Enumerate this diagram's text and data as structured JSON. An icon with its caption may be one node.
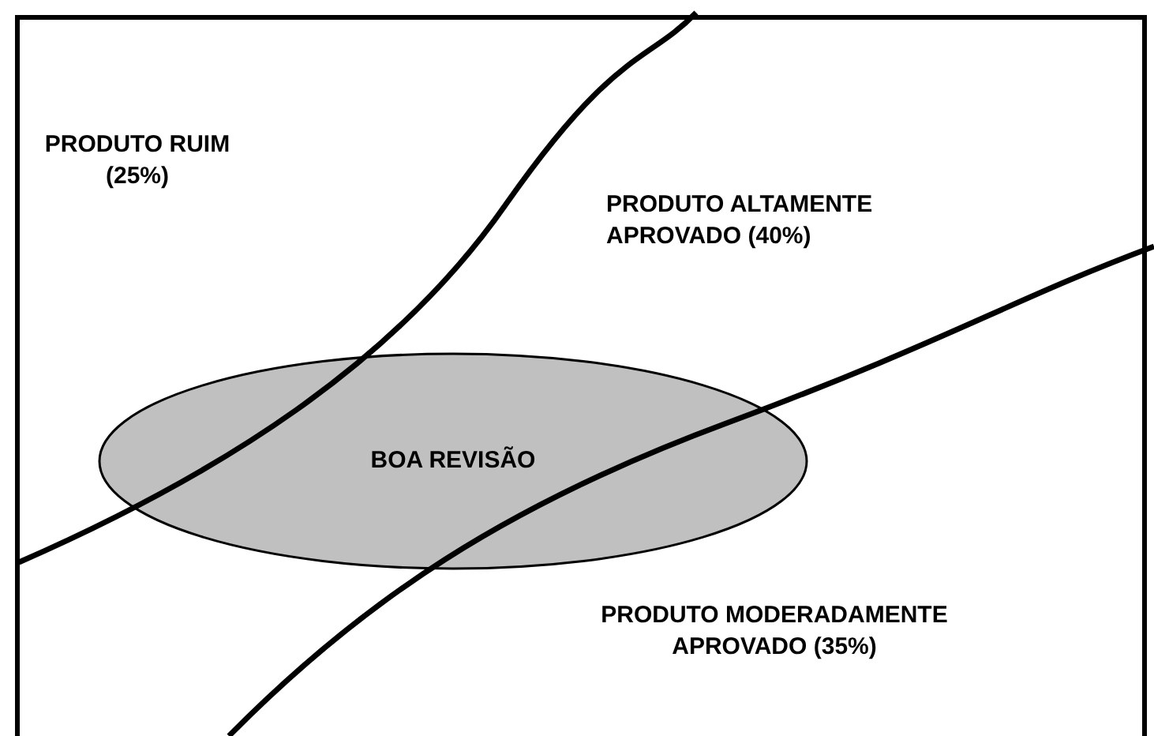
{
  "diagram": {
    "nodes": [
      {
        "text": [
          "BOA REVISÃO"
        ]
      }
    ],
    "labels": [
      "PRODUTO RUIM (25%)",
      "PRODUTO ALTAMENTE APROVADO (40%)",
      "PRODUTO MODERADAMENTE APROVADO (35%)"
    ]
  }
}
